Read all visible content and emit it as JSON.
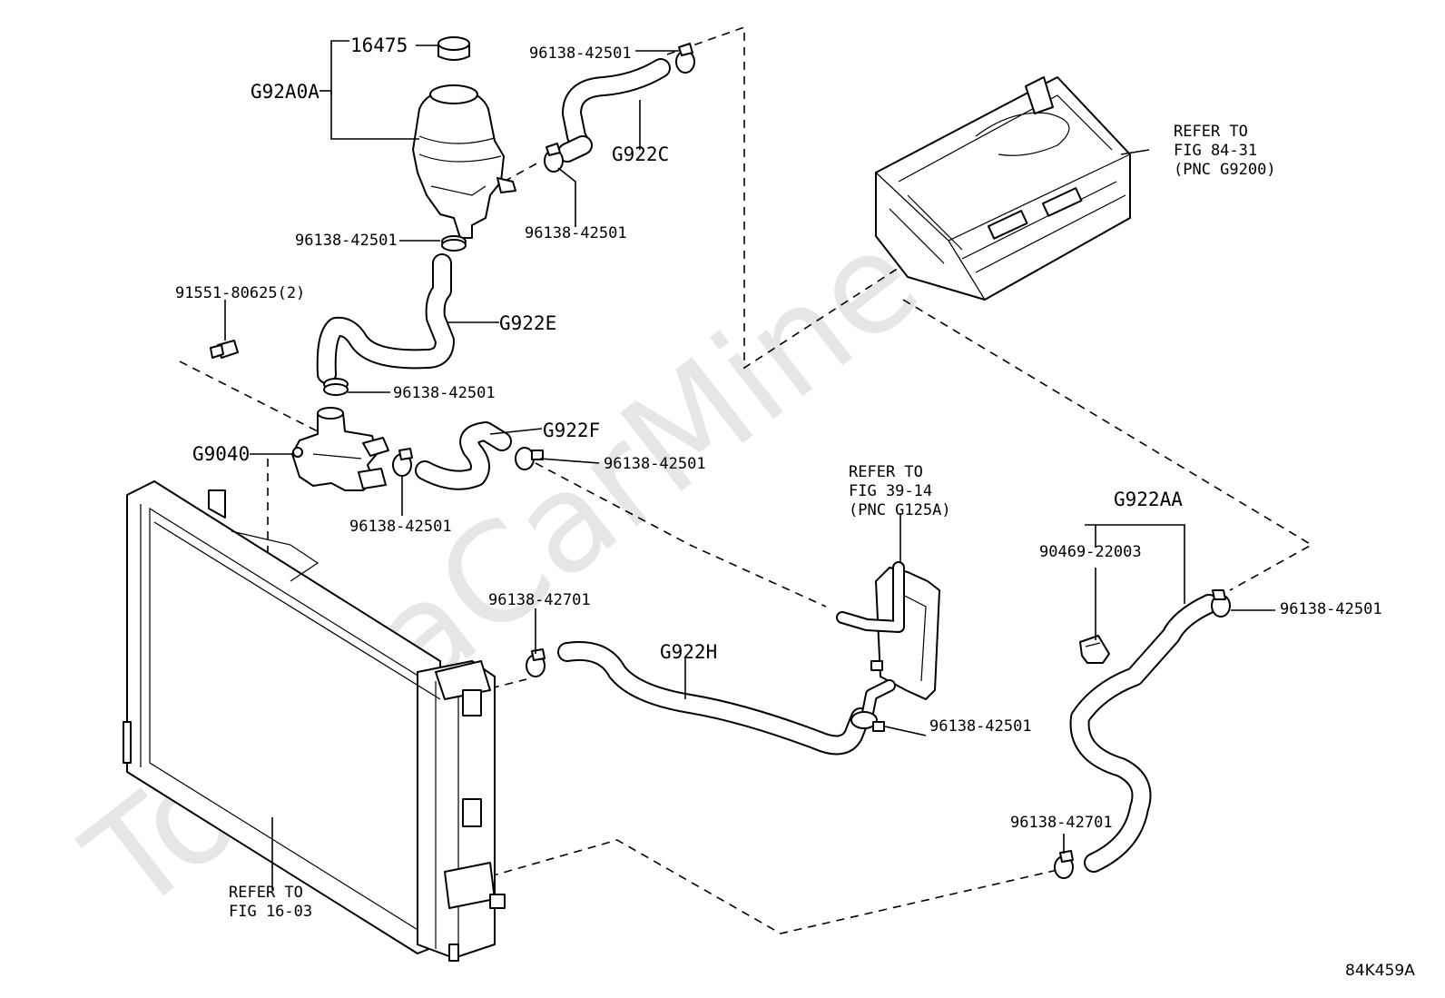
{
  "watermark": "ToyotaCarMine.ru",
  "diagram_code": "84K459A",
  "part_numbers": {
    "cap": "16475",
    "reservoir": "G92A0A",
    "clamp_top_right": "96138-42501",
    "hose_c": "G922C",
    "clamp_mid": "96138-42501",
    "clamp_reservoir_bottom": "96138-42501",
    "bolt": "91551-80625(2)",
    "hose_e": "G922E",
    "clamp_pump_top": "96138-42501",
    "pump": "G9040",
    "hose_f": "G922F",
    "clamp_f_right": "96138-42501",
    "clamp_pump_outlet": "96138-42501",
    "clamp_radiator_upper": "96138-42701",
    "hose_h": "G922H",
    "clamp_h_right": "96138-42501",
    "hose_assy": "G922AA",
    "clip": "90469-22003",
    "clamp_aa_top": "96138-42501",
    "clamp_aa_bottom": "96138-42701"
  },
  "references": {
    "inverter": [
      "REFER TO",
      "FIG 84-31",
      "(PNC G9200)"
    ],
    "oil_cooler": [
      "REFER TO",
      "FIG 39-14",
      "(PNC G125A)"
    ],
    "radiator": [
      "REFER TO",
      "FIG 16-03"
    ]
  }
}
